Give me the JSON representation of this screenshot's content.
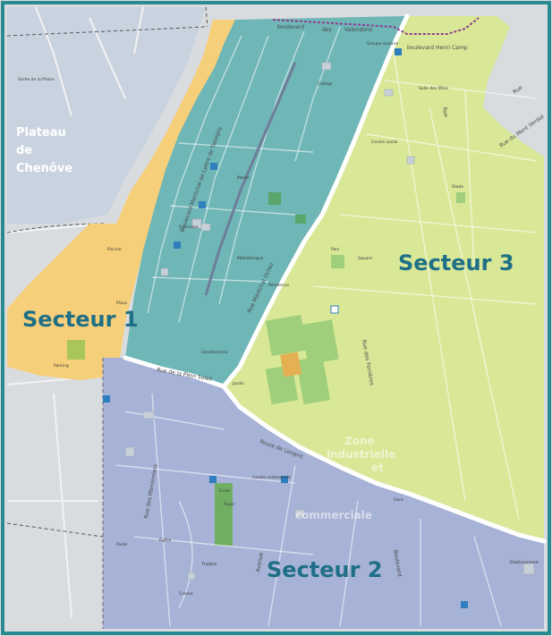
{
  "map": {
    "sectors": [
      {
        "id": "1",
        "label": "Secteur 1",
        "color": "#f6cf7b"
      },
      {
        "id": "2",
        "label": "Secteur 2",
        "color": "#a6b2d6"
      },
      {
        "id": "3",
        "label": "Secteur 3",
        "color": "#d9e897"
      }
    ],
    "teal_zone_color": "#6fb6b7",
    "frame_color": "#2a8a92",
    "plateau": {
      "line1": "Plateau",
      "line2": "de",
      "line3": "Chenôve"
    },
    "faded_labels": {
      "zone_1": "Zone",
      "zone_2": "industrielle",
      "zone_3": "et",
      "commerciale": "commerciale"
    },
    "streets": {
      "boulevard_top_1": "boulevard",
      "boulevard_top_2": "des",
      "boulevard_top_3": "Valendons",
      "bd_henri_camp": "boulevard Henri Camp",
      "rue_mateo": "Rue Maréchal Ochez",
      "bd_marechal": "Boulevard Maréchal de Lattre de Tassigny",
      "rue_plein_soleil": "Rue de la Plein Soleil",
      "route_de_longvic": "Route de Longvic",
      "rue_marronniers": "Rue des Marronniers",
      "avenue": "Avenue",
      "rue_ferrieres": "Rue des Ferrières",
      "bd_mendes": "Boulevard",
      "rue_du_gevrey": "Rue du Mont Verdot",
      "rue_yvrard": "Rue",
      "rue_chanoine": "Rue"
    },
    "places": {
      "p1": "Sortie de la Plaine",
      "p2": "Groupe scolaire",
      "p3": "Collège",
      "p4": "Salle des fêtes",
      "p5": "Centre social",
      "p6": "Mairie",
      "p7": "Gymnase",
      "p8": "Piscine",
      "p9": "Parc",
      "p10": "Stade",
      "p11": "Médiathèque",
      "p12": "Résidence",
      "p13": "Centre commercial",
      "p14": "Ecole",
      "p15": "Foyer",
      "p16": "Gare",
      "p17": "Poste",
      "p18": "Église",
      "p19": "Crèche",
      "p20": "Parking",
      "p21": "Jardin",
      "p22": "Place",
      "p23": "Square",
      "p24": "Théâtre",
      "p25": "Établissement",
      "p26": "Gendarmerie"
    }
  }
}
